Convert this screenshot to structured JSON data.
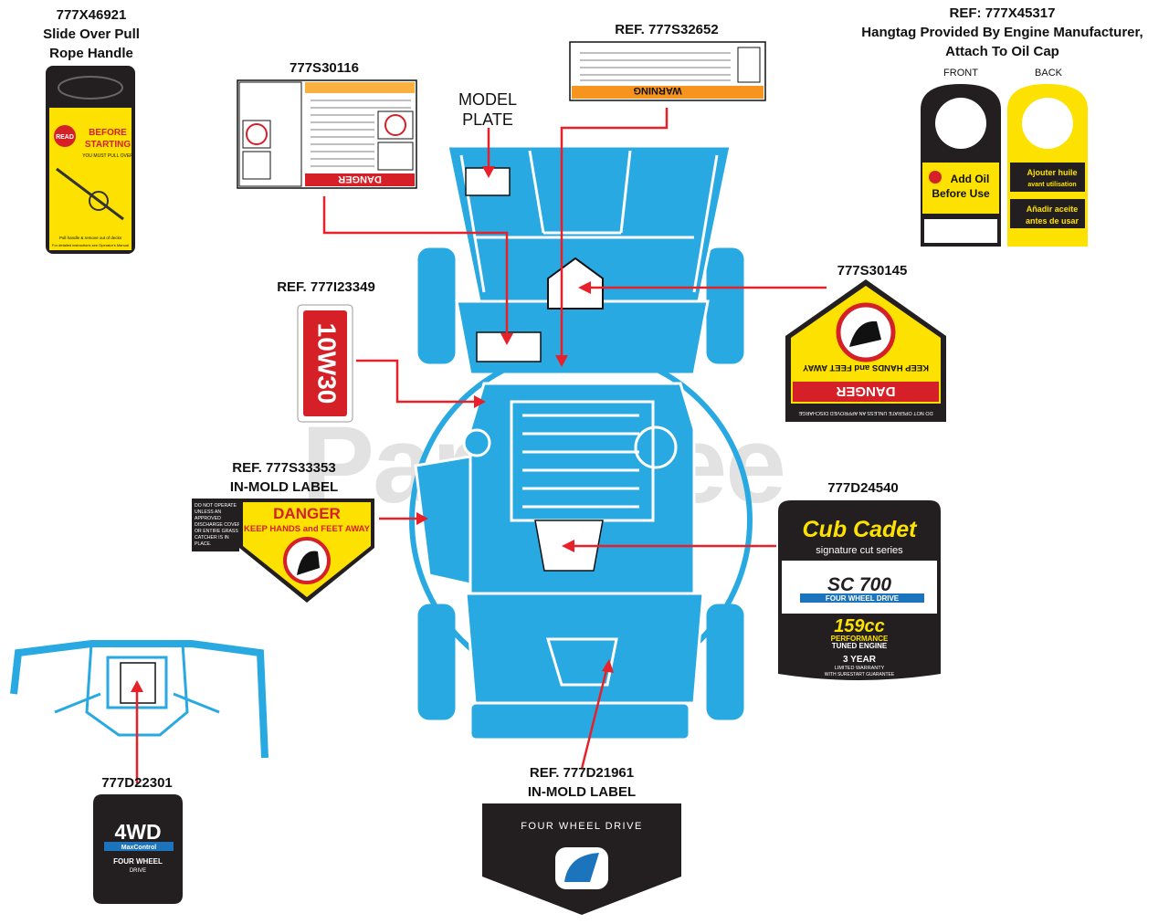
{
  "watermark": "PartsTree",
  "labels": {
    "rope_handle_part": "777X46921",
    "rope_handle_desc1": "Slide Over Pull",
    "rope_handle_desc2": "Rope Handle",
    "hangtag_ref": "REF: 777X45317",
    "hangtag_desc1": "Hangtag Provided By Engine Manufacturer,",
    "hangtag_desc2": "Attach To Oil Cap",
    "hangtag_front": "FRONT",
    "hangtag_back": "BACK",
    "warning_decal_ref": "REF. 777S32652",
    "danger_decal_part": "777S30116",
    "model_plate1": "MODEL",
    "model_plate2": "PLATE",
    "oil_decal_ref": "REF. 777I23349",
    "hands_feet_part": "777S30145",
    "inmold_ref": "REF. 777S33353",
    "inmold_desc": "IN-MOLD LABEL",
    "cub_cadet_part": "777D24540",
    "wd_part": "777D22301",
    "fwd_ref": "REF. 777D21961",
    "fwd_desc": "IN-MOLD LABEL"
  },
  "decals": {
    "rope": {
      "read": "READ",
      "before": "BEFORE",
      "starting": "STARTING",
      "must": "YOU MUST PULL OVER",
      "foot1": "Pull handle & remove out of decks",
      "foot2": "For detailed instructions see Operator's Manual"
    },
    "warning_header": "WARNING",
    "danger_header": "DANGER",
    "oil_text": "10W30",
    "hangtag": {
      "front1": "Add Oil",
      "front2": "Before Use",
      "back1": "Ajouter huile",
      "back2": "avant utilisation",
      "back3": "Añadir aceite",
      "back4": "antes de usar"
    },
    "hands_feet": {
      "keep": "KEEP HANDS and FEET AWAY",
      "danger": "DANGER",
      "note": "DO NOT OPERATE UNLESS AN APPROVED DISCHARGE"
    },
    "inmold": {
      "danger": "DANGER",
      "keep": "KEEP HANDS and FEET AWAY",
      "side1": "DO NOT OPERATE",
      "side2": "UNLESS AN",
      "side3": "APPROVED",
      "side4": "DISCHARGE COVER",
      "side5": "OR ENTIRE GRASS",
      "side6": "CATCHER IS IN",
      "side7": "PLACE."
    },
    "cub_cadet": {
      "brand": "Cub Cadet",
      "series": "signature cut series",
      "model": "SC 700",
      "drive": "FOUR WHEEL DRIVE",
      "cc": "159cc",
      "perf1": "PERFORMANCE",
      "perf2": "TUNED ENGINE",
      "year": "3 YEAR",
      "warranty1": "LIMITED WARRANTY",
      "warranty2": "WITH SURESTART GUARANTEE"
    },
    "fwd_label": "FOUR WHEEL DRIVE",
    "wd": {
      "big": "4WD",
      "mc": "MaxControl",
      "fw": "FOUR WHEEL",
      "dr": "DRIVE"
    }
  },
  "colors": {
    "mower_blue": "#29a9e1",
    "arrow_red": "#e8202a",
    "danger_red": "#d52027",
    "yellow": "#fde101",
    "orange": "#f7941d",
    "black": "#231f20"
  }
}
